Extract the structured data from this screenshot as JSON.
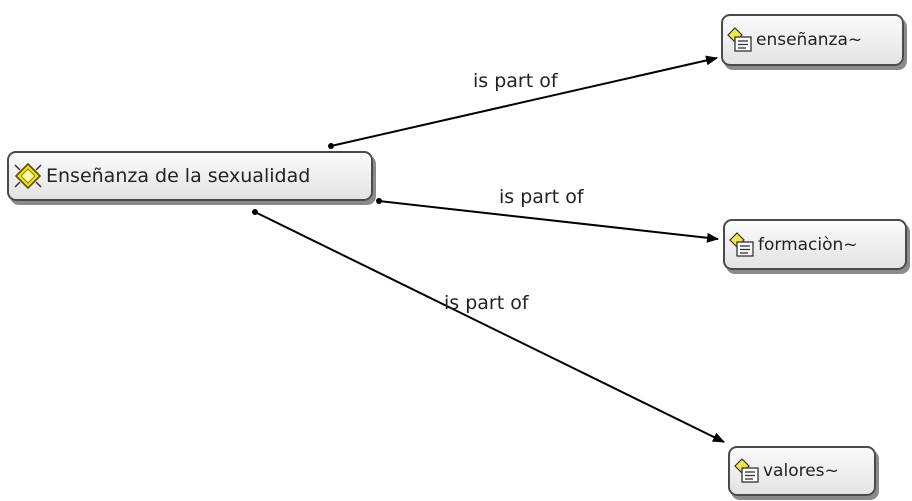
{
  "root": {
    "label": "Enseñanza de la sexualidad",
    "icon": "code-family-icon"
  },
  "children": [
    {
      "label": "enseñanza~",
      "icon": "document-code-icon"
    },
    {
      "label": "formaciòn~",
      "icon": "document-code-icon"
    },
    {
      "label": "valores~",
      "icon": "document-code-icon"
    }
  ],
  "relations": [
    {
      "label": "is part of"
    },
    {
      "label": "is part of"
    },
    {
      "label": "is part of"
    }
  ],
  "colors": {
    "edge": "#000000",
    "node_border": "#4a4a4a",
    "node_shadow": "#8a8a8a",
    "root_icon": "#f2e01e"
  }
}
